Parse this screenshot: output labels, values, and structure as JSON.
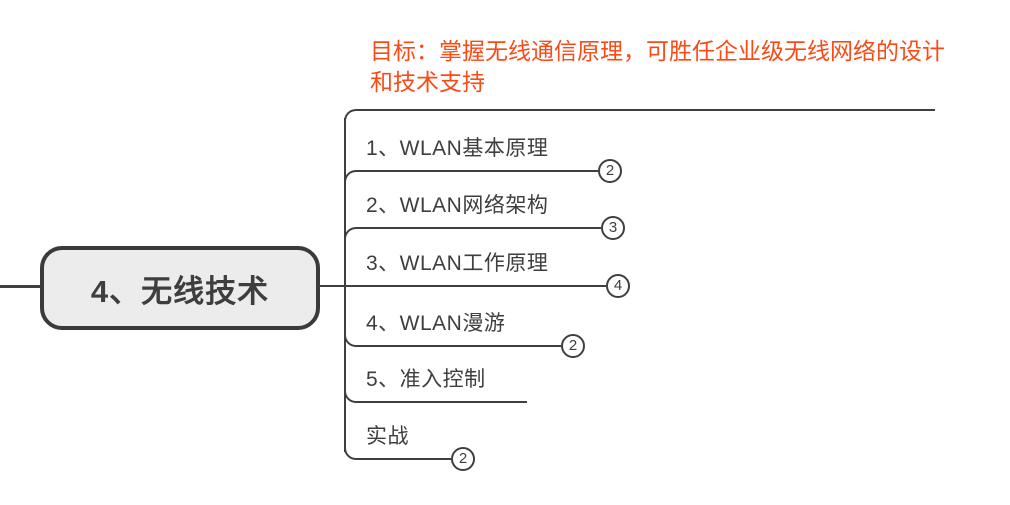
{
  "note": {
    "text": "目标：掌握无线通信原理，可胜任企业级无线网络的设计和技术支持"
  },
  "root": {
    "label": "4、无线技术"
  },
  "topics": [
    {
      "label": "1、WLAN基本原理",
      "badge": "2"
    },
    {
      "label": "2、WLAN网络架构",
      "badge": "3"
    },
    {
      "label": "3、WLAN工作原理",
      "badge": "4"
    },
    {
      "label": "4、WLAN漫游",
      "badge": "2"
    },
    {
      "label": "5、准入控制",
      "badge": null
    },
    {
      "label": "实战",
      "badge": "2"
    }
  ],
  "colors": {
    "note_text": "#fa4b17",
    "line": "#3f3f3f",
    "text": "#3e3e3e",
    "node_fill": "#ececec",
    "node_border": "#3a3a3a",
    "badge_bg": "#ffffff"
  }
}
